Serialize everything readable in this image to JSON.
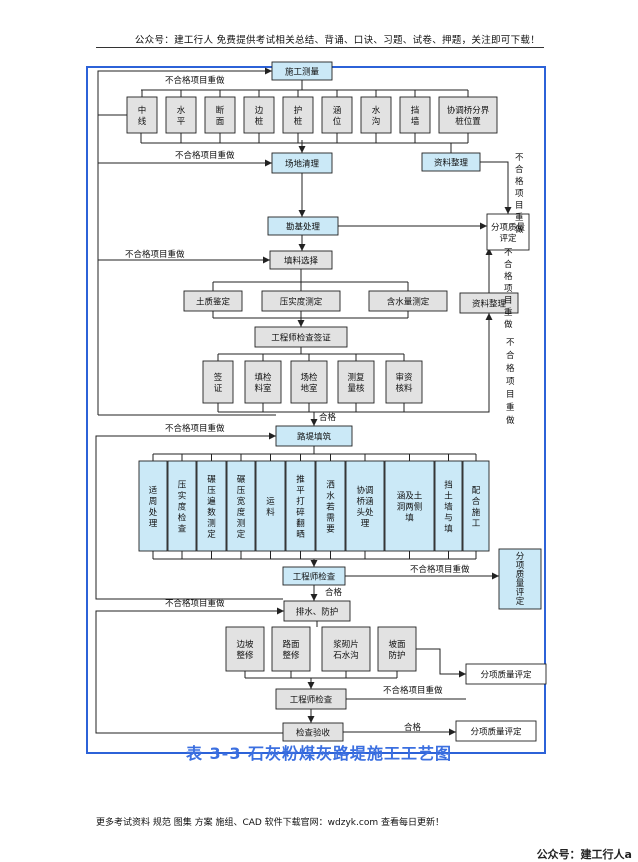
{
  "header": {
    "text": "公众号：建工行人 免费提供考试相关总结、背诵、口诀、习题、试卷、押题，关注即可下载！"
  },
  "flow": {
    "nodes": {
      "survey": "施工测量",
      "s_centerline": "中线",
      "s_level": "水平",
      "s_section": "断面",
      "s_edgepile": "边桩",
      "s_protectpile": "护桩",
      "s_culvert": "涵位",
      "s_ditch": "水沟",
      "s_wall": "挡墙",
      "s_bridge": "协调桥分界桩位置",
      "clearing": "场地清理",
      "data1": "资料整理",
      "base": "勘基处理",
      "quality1": "分项质量评定",
      "fill_select": "填料选择",
      "soil_id": "土质鉴定",
      "compaction": "压实度测定",
      "moisture": "含水量测定",
      "data2": "资料整理",
      "eng_sign": "工程师检查签证",
      "sign": "签证",
      "fill_check": "填检料室",
      "site_check": "场检地室",
      "measure": "测复量核",
      "report": "审资核料",
      "embank": "路堤填筑",
      "c1": "适周处理",
      "c2": "压实度检查",
      "c3": "碾压遍数测定",
      "c4": "碾压宽度测定",
      "c5": "运料",
      "c6": "推平打碎翻晒",
      "c7": "洒水若需要",
      "c8": "协调桥涵头处理",
      "c9": "涵及土洞两侧填",
      "c10": "挡土墙与填",
      "c11": "配合施工",
      "eng_check1": "工程师检查",
      "quality2": "分项质量评定",
      "drain": "排水、防护",
      "d1": "边坡整修",
      "d2": "路面整修",
      "d3": "浆砌片石水沟",
      "d4": "坡面防护",
      "quality3": "分项质量评定",
      "eng_check2": "工程师检查",
      "acceptance": "检查验收",
      "quality4": "分项质量评定"
    },
    "labels": {
      "redo1": "不合格项目重做",
      "redo2": "不合格项目重做",
      "redo3": "不合格项目重做",
      "redo4": "不合格项目重做",
      "redo5": "不合格项目重做",
      "redo6": "不合格项目重做",
      "redo7": "不合格项目重做",
      "redo_right1": "不合格项目重做",
      "redo_right2": "不合格项目重做",
      "redo_right3": "不合格项目重做",
      "pass1": "合格",
      "pass2": "合格",
      "pass3": "合格"
    }
  },
  "caption": "表 3-3  石灰粉煤灰路堤施工工艺图",
  "footer": "更多考试资料 规范 图集 方案 施组、CAD 软件下载官网：wdzyk.com 查看每日更新！",
  "corner": "公众号：建工行人a"
}
